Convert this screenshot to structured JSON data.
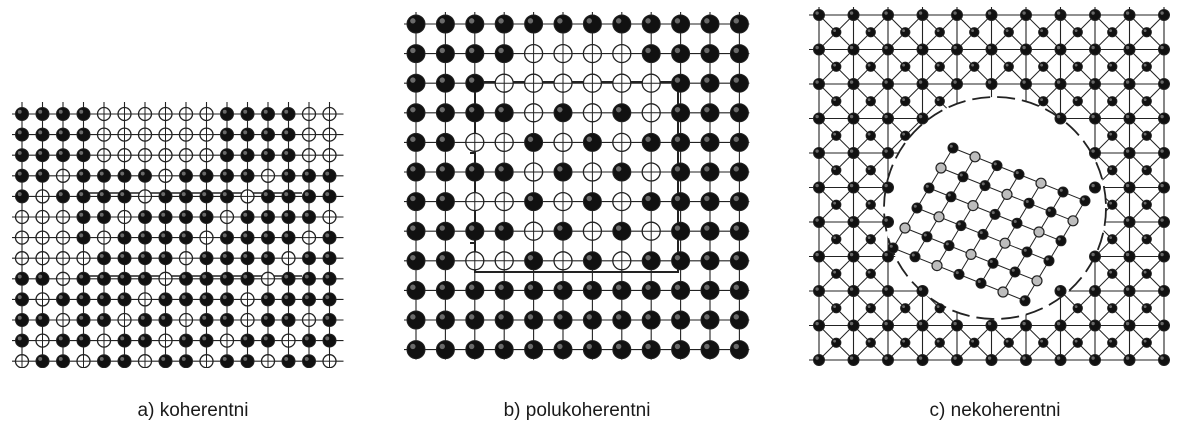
{
  "figure": {
    "panels": [
      {
        "id": "a",
        "caption": "a) koherentni",
        "grid": {
          "cols": 16,
          "rows": 13
        },
        "open_site_cols": [
          4,
          5,
          6,
          7,
          8,
          9,
          14,
          15
        ],
        "open_site_rows": [
          5,
          6,
          7
        ]
      },
      {
        "id": "b",
        "caption": "b) polukoherentni",
        "grid": {
          "cols": 12,
          "rows": 12
        }
      },
      {
        "id": "c",
        "caption": "c) nekoherentni",
        "grid": {
          "cols": 11,
          "rows": 11
        },
        "inner_lattice": {
          "cols": 7,
          "rows": 6
        }
      }
    ],
    "colors": {
      "line": "#222222",
      "filled_atom": "#111111",
      "open_atom": "#ffffff",
      "gray_atom": "#bdbdbd"
    }
  }
}
